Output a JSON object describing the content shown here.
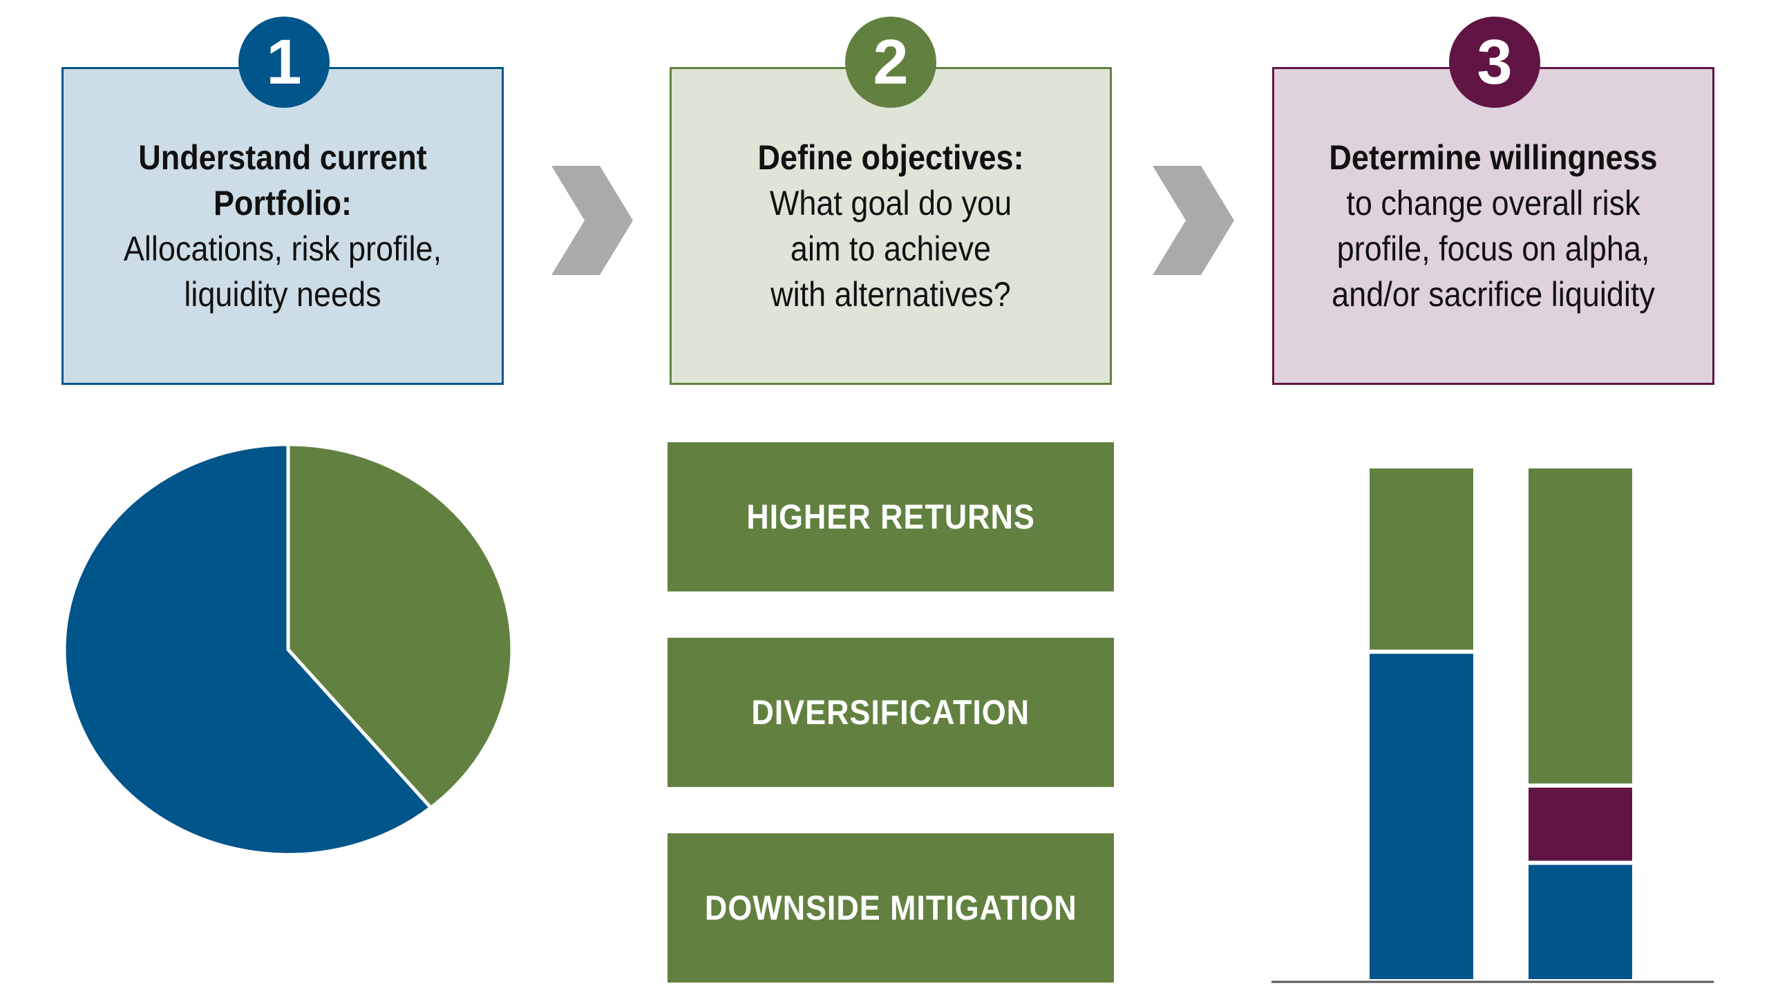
{
  "steps": [
    {
      "number": "1",
      "lines": [
        {
          "text": "Understand current",
          "bold": true
        },
        {
          "text": "Portfolio:",
          "bold": true
        },
        {
          "text": "Allocations, risk profile,",
          "bold": false
        },
        {
          "text": "liquidity needs",
          "bold": false
        }
      ]
    },
    {
      "number": "2",
      "lines": [
        {
          "text": "Define objectives:",
          "bold": true
        },
        {
          "text": "What goal do you",
          "bold": false
        },
        {
          "text": "aim to achieve",
          "bold": false
        },
        {
          "text": "with alternatives?",
          "bold": false
        }
      ]
    },
    {
      "number": "3",
      "lines": [
        {
          "text": "Determine willingness",
          "bold": true
        },
        {
          "text": "to change overall risk",
          "bold": false
        },
        {
          "text": "profile, focus on alpha,",
          "bold": false
        },
        {
          "text": "and/or sacrifice liquidity",
          "bold": false
        }
      ]
    }
  ],
  "objectives": [
    "HIGHER RETURNS",
    "DIVERSIFICATION",
    "DOWNSIDE MITIGATION"
  ],
  "colors": {
    "blue": "#00558a",
    "green": "#628140",
    "purple": "#611544",
    "gray_arrow": "#a9aaac"
  },
  "chart_data": [
    {
      "type": "pie",
      "slices": [
        {
          "value": 61,
          "color": "#00558a"
        },
        {
          "value": 39,
          "color": "#628140"
        }
      ]
    },
    {
      "type": "bar",
      "stacked": true,
      "categories": [
        "",
        ""
      ],
      "series": [
        {
          "color": "#00558a",
          "values": [
            64,
            23
          ]
        },
        {
          "color": "#611544",
          "values": [
            0,
            15
          ]
        },
        {
          "color": "#628140",
          "values": [
            36,
            62
          ]
        }
      ]
    }
  ]
}
